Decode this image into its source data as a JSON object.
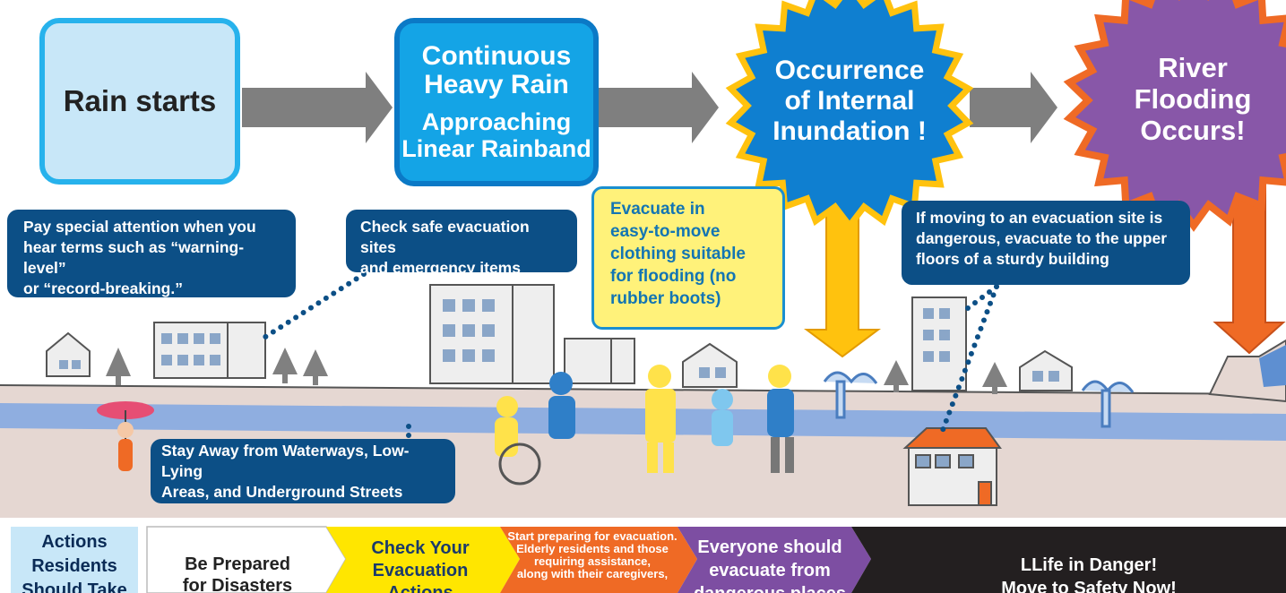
{
  "stages": [
    {
      "title": "Rain starts"
    },
    {
      "title": "Continuous\nHeavy Rain",
      "subtitle": "Approaching\nLinear Rainband"
    },
    {
      "title": "Occurrence\nof Internal\nInundation !"
    },
    {
      "title": "River\nFlooding\nOccurs!"
    }
  ],
  "callouts": {
    "attention": "Pay special attention when you\nhear terms such as “warning-level”\nor “record-breaking.”",
    "check_sites": "Check safe evacuation sites\nand emergency items",
    "clothing": "Evacuate in\neasy-to-move\nclothing suitable\nfor flooding (no\nrubber boots)",
    "upper_floors": "If moving to an evacuation site is\ndangerous, evacuate to the upper\nfloors of a sturdy building",
    "stay_away": "Stay Away from Waterways, Low-Lying\nAreas, and Underground Streets"
  },
  "bottom_bar": {
    "header": "Actions\nResidents\nShould Take",
    "levels": [
      {
        "label": "Be Prepared\nfor Disasters",
        "color": "#ffffff",
        "text_color": "#222222"
      },
      {
        "label": "Check Your\nEvacuation\nActions",
        "color": "#ffe600",
        "text_color": "#1b3a6b"
      },
      {
        "label": "Start preparing for evacuation.\nElderly residents and those\nrequiring assistance,\nalong with their caregivers,",
        "color": "#ef6a25",
        "text_color": "#ffffff"
      },
      {
        "label": "Everyone should\nevacuate from\ndangerous places",
        "color": "#7d4ea2",
        "text_color": "#ffffff"
      },
      {
        "label": "LLife in Danger!\nMove to Safety Now!",
        "color": "#231f20",
        "text_color": "#ffffff"
      }
    ]
  },
  "colors": {
    "arrow_gray": "#7f7f7f",
    "flood_blue": "#5e8fd1",
    "ground": "#e5d7d2",
    "star_blue": "#0f7fd0",
    "star_purple": "#8857a8",
    "arrow_yellow": "#ffc20e",
    "arrow_orange": "#ef6a25"
  }
}
